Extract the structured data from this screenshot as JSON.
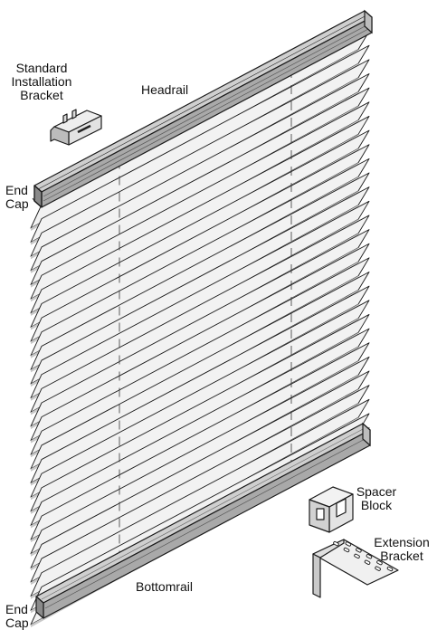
{
  "diagram": {
    "labels": {
      "standard_bracket": [
        "Standard",
        "Installation",
        "Bracket"
      ],
      "headrail": "Headrail",
      "end_cap_top": [
        "End",
        "Cap"
      ],
      "spacer_block": [
        "Spacer",
        "Block"
      ],
      "extension_bracket": [
        "Extension",
        "Bracket"
      ],
      "bottomrail": "Bottomrail",
      "end_cap_bottom": [
        "End",
        "Cap"
      ]
    },
    "slat_count": 29,
    "colors": {
      "stroke": "#1a1a1a",
      "slat_fill": "#f2f2f2",
      "slat_shadow": "#c8c8c8",
      "rail_top": "#cfcfcf",
      "rail_front": "#a9a9a9",
      "rail_dark": "#8a8a8a"
    }
  }
}
